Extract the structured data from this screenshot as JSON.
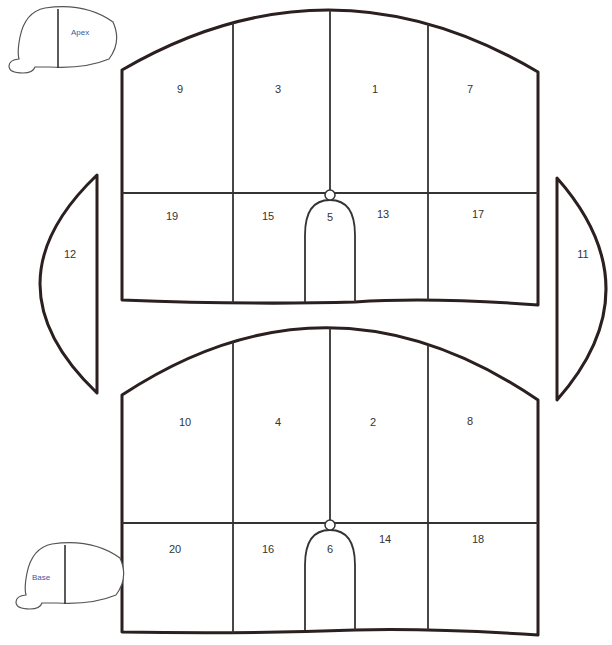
{
  "diagram": {
    "nodes": [
      {
        "text": [
          "Apex"
        ]
      },
      {
        "text": [
          "9"
        ]
      },
      {
        "text": [
          "3"
        ]
      },
      {
        "text": [
          "1"
        ]
      },
      {
        "text": [
          "7"
        ]
      },
      {
        "text": [
          "19"
        ]
      },
      {
        "text": [
          "15"
        ]
      },
      {
        "text": [
          "5"
        ]
      },
      {
        "text": [
          "13"
        ]
      },
      {
        "text": [
          "17"
        ]
      },
      {
        "text": [
          "12"
        ]
      },
      {
        "text": [
          "11"
        ]
      },
      {
        "text": [
          "10"
        ]
      },
      {
        "text": [
          "4"
        ]
      },
      {
        "text": [
          "2"
        ]
      },
      {
        "text": [
          "8"
        ]
      },
      {
        "text": [
          "20"
        ]
      },
      {
        "text": [
          "16"
        ]
      },
      {
        "text": [
          "6"
        ]
      },
      {
        "text": [
          "14"
        ]
      },
      {
        "text": [
          "18"
        ]
      },
      {
        "text": [
          "Base"
        ]
      }
    ]
  }
}
